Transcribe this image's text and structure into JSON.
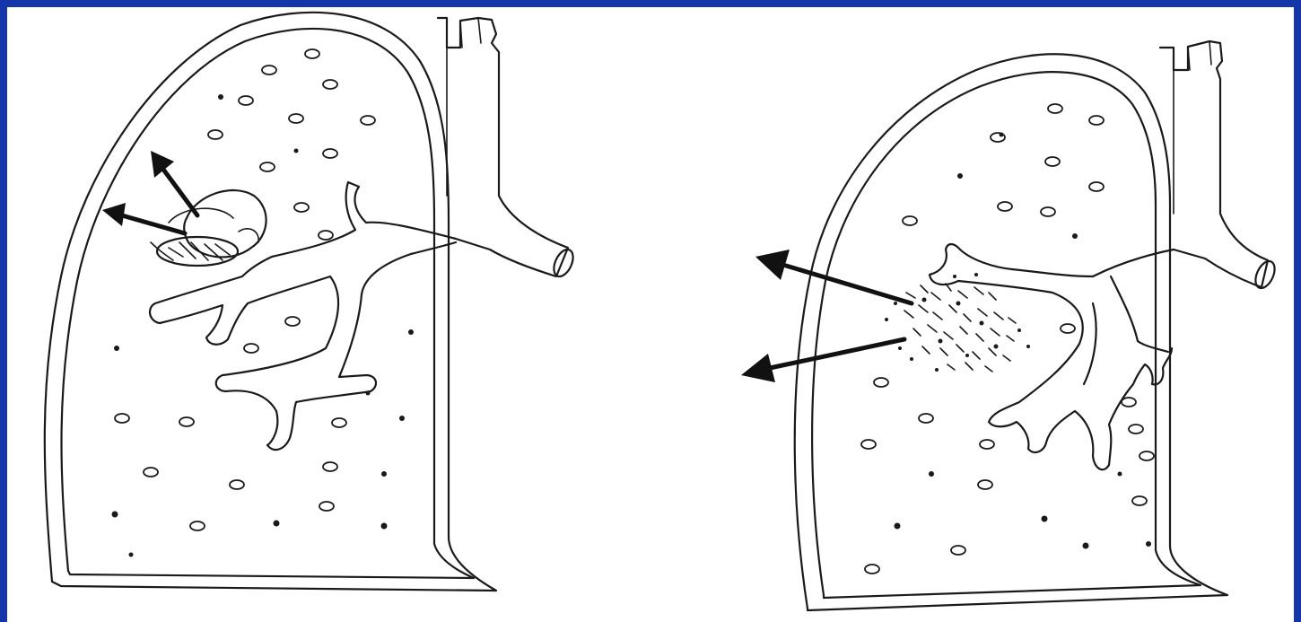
{
  "frame": {
    "border_color": "#1536a8",
    "background": "#ffffff",
    "ink_color": "#1a1a1a"
  },
  "panels": [
    {
      "id": "left",
      "depicts": "lung-with-focal-lesion",
      "arrow_count": 2
    },
    {
      "id": "right",
      "depicts": "lung-with-diffuse-infiltrate",
      "arrow_count": 2
    }
  ]
}
